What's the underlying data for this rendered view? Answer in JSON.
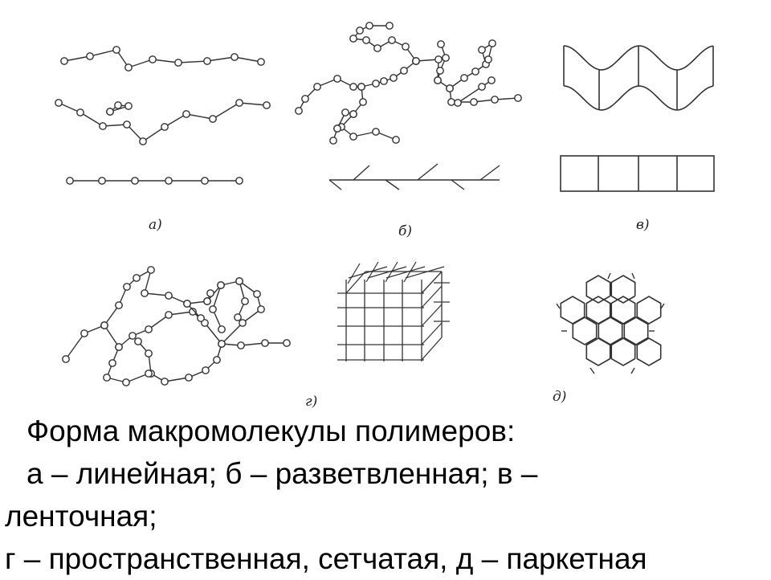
{
  "panel_labels": {
    "a": "а)",
    "b": "б)",
    "v": "в)",
    "g": "г)",
    "d": "д)"
  },
  "caption": {
    "line1": "Форма макромолекулы полимеров:",
    "line2": "а – линейная; б – разветвленная; в –",
    "line3": "ленточная;",
    "line4": "г – пространственная, сетчатая, д – паркетная"
  },
  "colors": {
    "stroke": "#333333",
    "node_fill": "#ffffff",
    "text": "#000000"
  }
}
